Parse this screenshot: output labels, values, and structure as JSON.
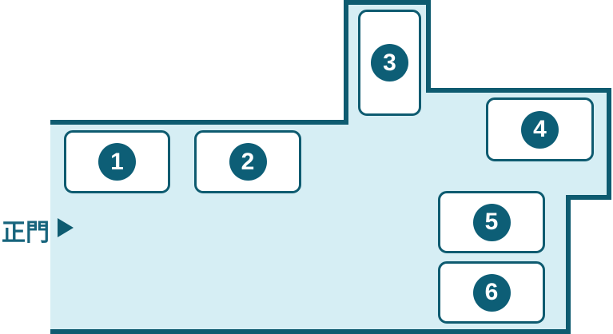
{
  "map": {
    "title": "facility-grounds-map",
    "gate": {
      "label": "正門",
      "arrow_icon": "right-triangle"
    },
    "buildings": [
      {
        "number": "1"
      },
      {
        "number": "2"
      },
      {
        "number": "3"
      },
      {
        "number": "4"
      },
      {
        "number": "5"
      },
      {
        "number": "6"
      }
    ],
    "colors": {
      "area_fill": "#d6eef4",
      "outline": "#0e5b70",
      "badge": "#0d5e76",
      "badge_text": "#ffffff",
      "gate_text": "#17647c",
      "background": "#ffffff"
    }
  }
}
